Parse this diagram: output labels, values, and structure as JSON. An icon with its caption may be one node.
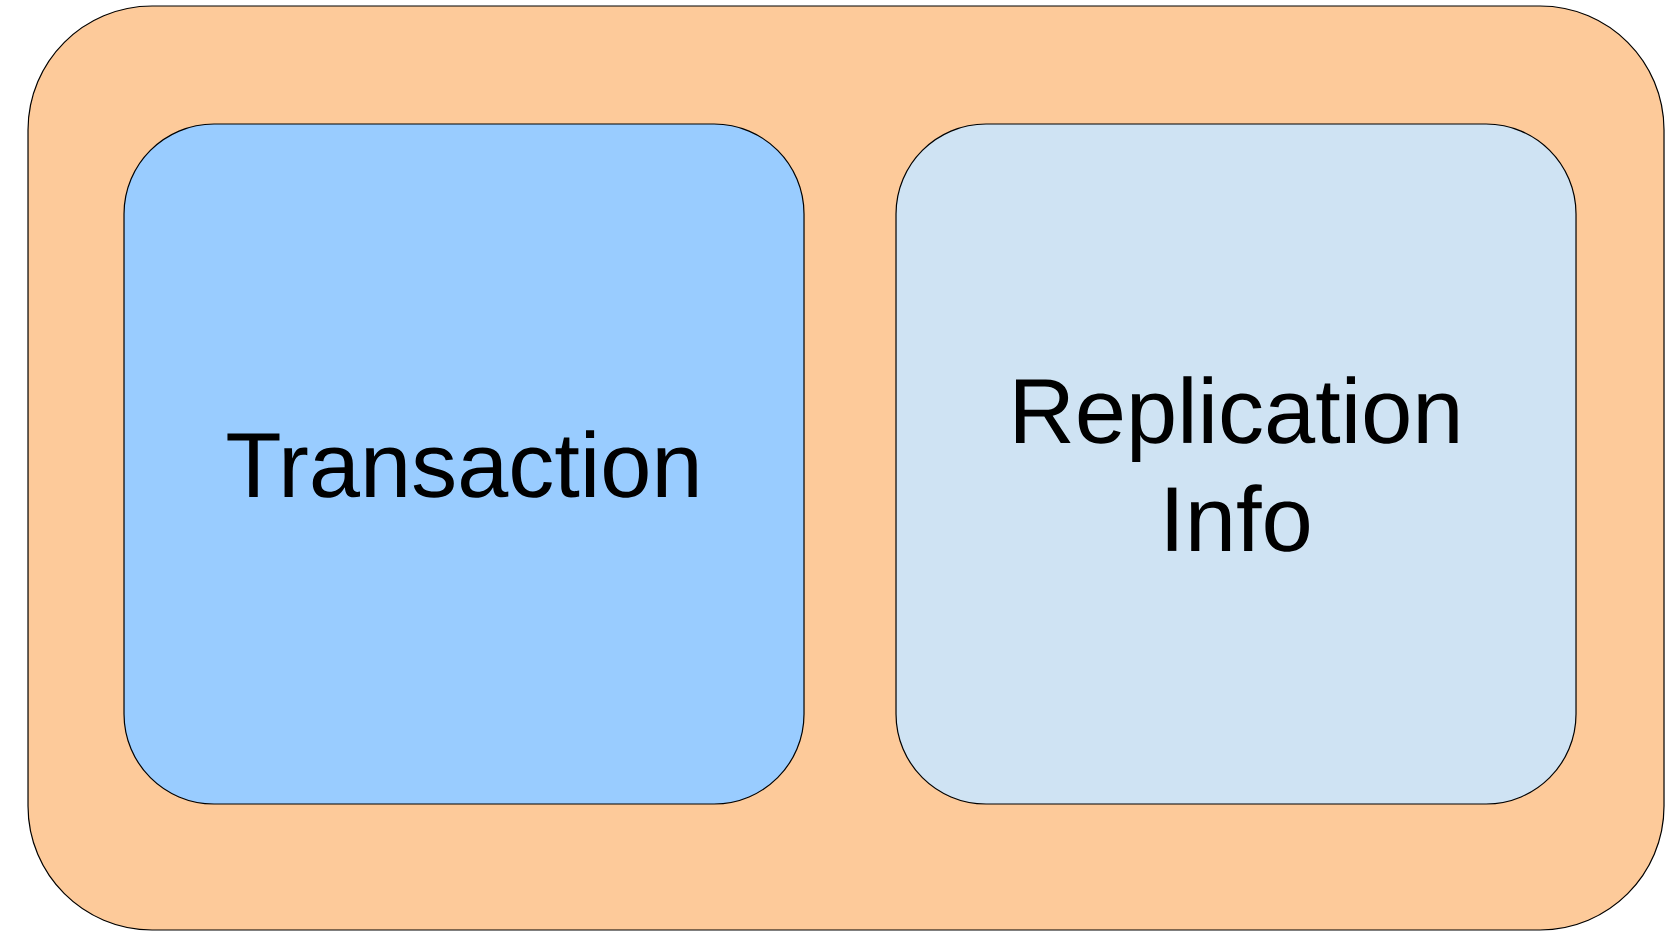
{
  "diagram": {
    "nodes": [
      {
        "text": [],
        "shape": "box"
      },
      {
        "text": [
          "Transaction"
        ],
        "in": 0
      },
      {
        "text": [
          "Replication Info"
        ],
        "in": 0
      }
    ]
  }
}
